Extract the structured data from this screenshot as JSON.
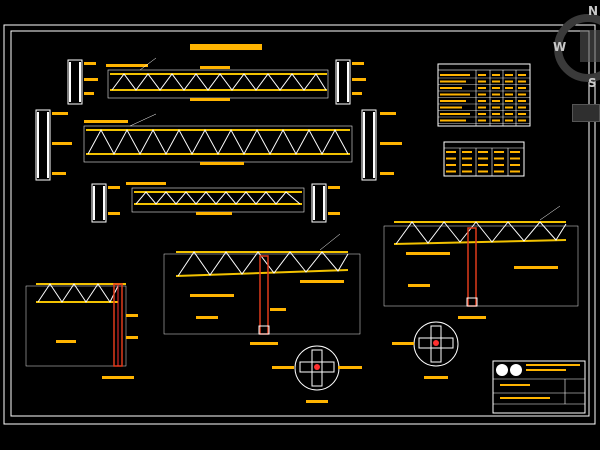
{
  "compass": {
    "north": "N",
    "west": "W",
    "south": "S"
  },
  "view_tab": "",
  "colors": {
    "background": "#000000",
    "frame": "#ffffff",
    "member": "#e8e8e8",
    "annotation": "#ffb400",
    "chord": "#f2c200",
    "column": "#e03a1a",
    "detail_line": "#ff3030"
  },
  "icons": {
    "compass": "viewcube-compass-icon"
  }
}
